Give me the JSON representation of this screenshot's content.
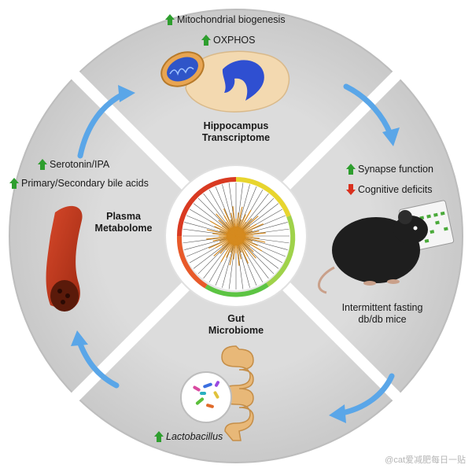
{
  "quadrants": {
    "top": {
      "title_line1": "Hippocampus",
      "title_line2": "Transcriptome",
      "items": [
        {
          "direction": "up",
          "text": "Mitochondrial biogenesis"
        },
        {
          "direction": "up",
          "text": "OXPHOS"
        }
      ]
    },
    "right": {
      "caption_line1": "Intermittent fasting",
      "caption_line2": "db/db mice",
      "items": [
        {
          "direction": "up",
          "text": "Synapse function"
        },
        {
          "direction": "down",
          "text": "Cognitive deficits"
        }
      ]
    },
    "bottom": {
      "title_line1": "Gut",
      "title_line2": "Microbiome",
      "items": [
        {
          "direction": "up",
          "text": "Lactobacillus"
        }
      ]
    },
    "left": {
      "title_line1": "Plasma",
      "title_line2": "Metabolome",
      "items": [
        {
          "direction": "up",
          "text": "Serotonin/IPA"
        },
        {
          "direction": "up",
          "text": "Primary/Secondary bile acids"
        }
      ]
    }
  },
  "watermark": "@cat爱减肥每日一贴",
  "colors": {
    "ring": "#d5d5d5",
    "ring_edge": "#c2c2c2",
    "flow_arrow": "#5aa6e8",
    "up_arrow": "#2e9e2e",
    "down_arrow": "#d9301e",
    "blood_vessel": "#c23a1a",
    "gut": "#e8b878",
    "brain": "#f3d9b0",
    "mito": "#e8a552",
    "mouse": "#222222"
  },
  "icons": [
    "brain-icon",
    "mitochondria-icon",
    "mouse-icon",
    "calendar-icon",
    "blood-vessel-icon",
    "intestine-icon",
    "bacteria-icon",
    "circos-plot-icon"
  ]
}
